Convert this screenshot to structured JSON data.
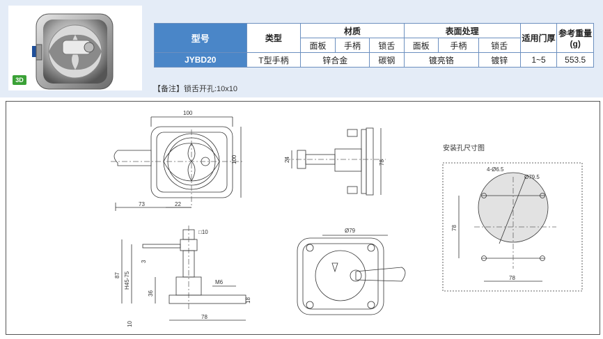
{
  "product": {
    "badge": "3D"
  },
  "spec_table": {
    "header": {
      "model": "型号",
      "type": "类型",
      "material": "材质",
      "surface": "表面处理",
      "door_thickness": "适用门厚",
      "weight": "参考重量(g)",
      "sub_panel": "面板",
      "sub_handle": "手柄",
      "sub_tongue": "锁舌"
    },
    "row": {
      "model": "JYBD20",
      "type": "T型手柄",
      "material_panel_handle": "锌合金",
      "material_tongue": "碳钢",
      "surface_panel_handle": "镀亮铬",
      "surface_tongue": "镀锌",
      "door_thickness": "1~5",
      "weight": "553.5"
    }
  },
  "note": "【备注】锁舌开孔:10x10",
  "drawing": {
    "front": {
      "width": "100",
      "height": "100",
      "left_ext": "73",
      "offset": "22"
    },
    "side": {
      "dim_24": "24",
      "dim_78": "78"
    },
    "mount": {
      "title": "安装孔尺寸图",
      "holes": "4-Ø6.5",
      "bore": "Ø79.5",
      "h": "78",
      "w": "78"
    },
    "section": {
      "square": "□10",
      "total": "87",
      "range": "H45-75",
      "dim_3": "3",
      "dim_36": "36",
      "thread": "M6",
      "dim_18": "18",
      "dim_10": "10",
      "base": "78"
    },
    "back": {
      "dia": "Ø79"
    }
  }
}
